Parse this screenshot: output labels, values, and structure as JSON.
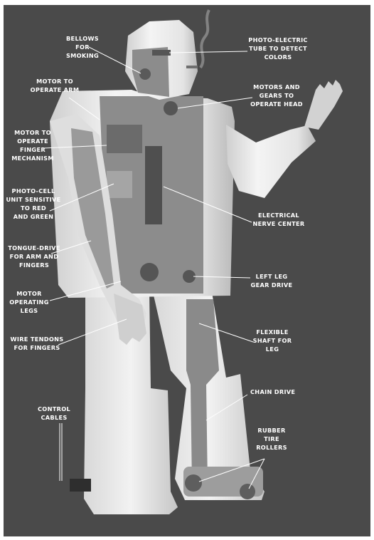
{
  "labels": {
    "bellows": "BELLOWS\nFOR\nSMOKING",
    "photo_electric_tube": "PHOTO-ELECTRIC\nTUBE TO DETECT\nCOLORS",
    "motor_arm": "MOTOR TO\nOPERATE ARM",
    "motors_gears_head": "MOTORS AND\nGEARS TO\nOPERATE HEAD",
    "motor_finger": "MOTOR TO\nOPERATE\nFINGER\nMECHANISM",
    "photo_cell": "PHOTO-CELL\nUNIT SENSITIVE\nTO RED\nAND GREEN",
    "electrical_nerve_center": "ELECTRICAL\nNERVE CENTER",
    "tongue_drive": "TONGUE-DRIVE\nFOR ARM AND\nFINGERS",
    "left_leg_gear": "LEFT LEG\nGEAR DRIVE",
    "motor_legs": "MOTOR\nOPERATING\nLEGS",
    "wire_tendons": "WIRE TENDONS\nFOR FINGERS",
    "flexible_shaft": "FLEXIBLE\nSHAFT FOR\nLEG",
    "chain_drive": "CHAIN DRIVE",
    "control_cables": "CONTROL\nCABLES",
    "rubber_tire": "RUBBER\nTIRE\nROLLERS"
  },
  "colors": {
    "background": "#4a4a4a",
    "robot_body": "#e9e9e9",
    "robot_shadow": "#bdbdbd",
    "interior": "#8c8c8c",
    "label_text": "#ffffff"
  }
}
